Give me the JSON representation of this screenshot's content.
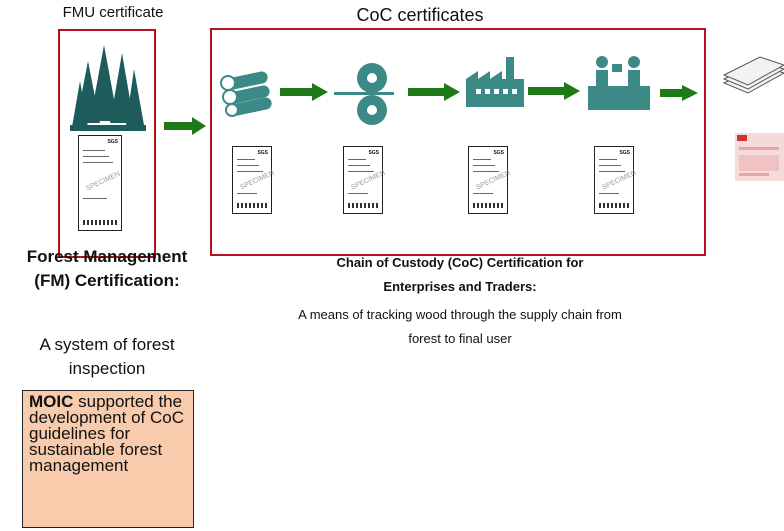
{
  "labels": {
    "fmu_certificate": "FMU certificate",
    "coc_certificates": "CoC certificates"
  },
  "fm": {
    "title": "Forest Management (FM) Certification:",
    "description": "A system of forest inspection"
  },
  "coc": {
    "title": "Chain of Custody  (CoC) Certification for Enterprises and Traders:",
    "description": "A means of tracking wood through the supply chain from forest to final user"
  },
  "moic": {
    "bold": "MOIC",
    "text": " supported the development of CoC guidelines for sustainable forest management"
  },
  "certificate": {
    "logo": "SGS",
    "stamp": "SPECIMEN"
  },
  "icons": [
    "forest-icon",
    "logs-icon",
    "sawmill-icon",
    "factory-icon",
    "retailer-icon",
    "paper-products-icon",
    "package-icon"
  ],
  "colors": {
    "frame": "#b3121a",
    "arrow": "#1e7a16",
    "icon": "#3c8a86",
    "moic_bg": "#f8cbad"
  }
}
